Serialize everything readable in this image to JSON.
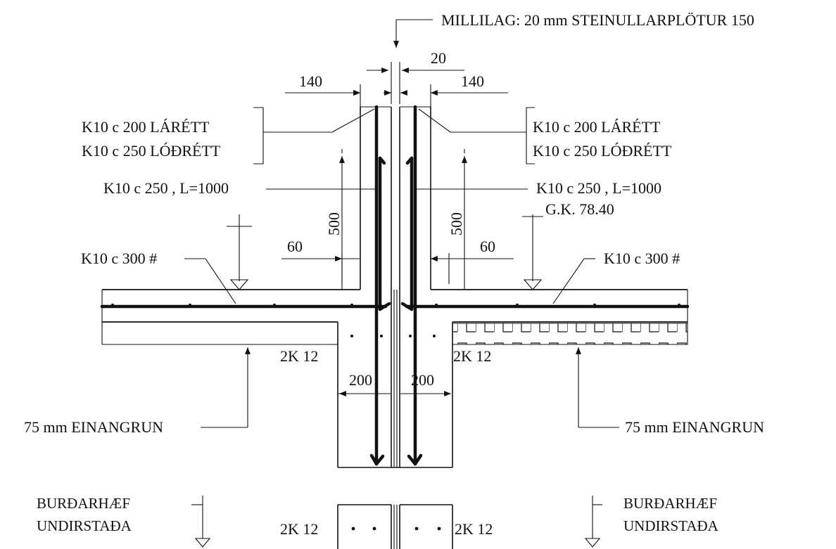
{
  "labels": {
    "interlayer": "MILLILAG:  20 mm STEINULLARPLÖTUR 150",
    "gap": "20",
    "wall_left_w": "140",
    "wall_right_w": "140",
    "left_horiz": "K10 c 200 LÁRÉTT",
    "left_vert": "K10 c 250 LÓÐRÉTT",
    "right_horiz": "K10 c 200 LÁRÉTT",
    "right_vert": "K10 c 250 LÓÐRÉTT",
    "left_dowel": "K10 c 250 , L=1000",
    "right_dowel": "K10 c 250 , L=1000",
    "level": "G.K. 78.40",
    "dim500_left": "500",
    "dim500_right": "500",
    "dim60_left": "60",
    "dim60_right": "60",
    "slab_left": "K10 c 300 #",
    "slab_right": "K10 c 300 #",
    "bar2k12_left_top": "2K 12",
    "bar2k12_right_top": "2K 12",
    "footing_left": "200",
    "footing_right": "200",
    "insul_left": "75 mm EINANGRUN",
    "insul_right": "75 mm EINANGRUN",
    "bearing_left_1": "BURÐARHÆF",
    "bearing_left_2": "UNDIRSTAÐA",
    "bearing_right_1": "BURÐARHÆF",
    "bearing_right_2": "UNDIRSTAÐA",
    "bar2k12_left_bot": "2K 12",
    "bar2k12_right_bot": "2K 12"
  }
}
